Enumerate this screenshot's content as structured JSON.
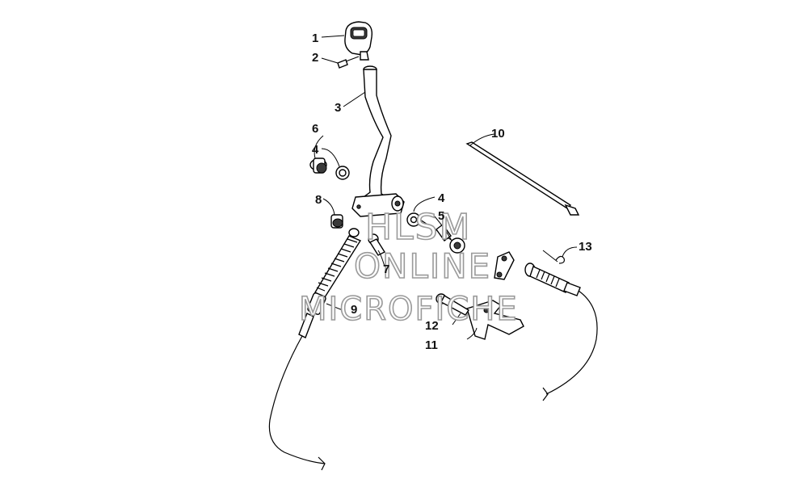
{
  "diagram": {
    "callouts": [
      "1",
      "2",
      "3",
      "4",
      "4",
      "5",
      "6",
      "7",
      "8",
      "9",
      "10",
      "11",
      "12",
      "13"
    ],
    "watermark": {
      "line1": "HLSM",
      "line2": "ONLINE",
      "line3": "MICROFICHE"
    }
  }
}
